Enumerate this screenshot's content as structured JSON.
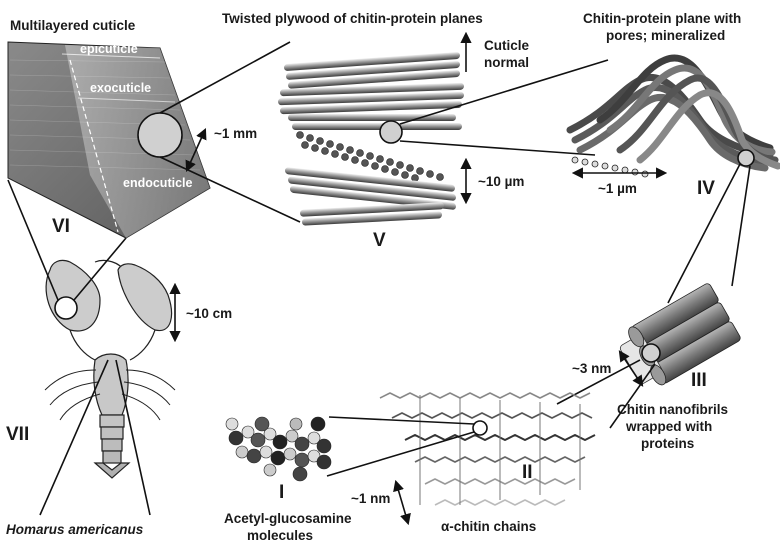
{
  "labels": {
    "multilayered_cuticle": "Multilayered cuticle",
    "epicuticle": "epicuticle",
    "exocuticle": "exocuticle",
    "endocuticle": "endocuticle",
    "scale_1mm": "~1 mm",
    "twisted_plywood": "Twisted plywood of chitin-protein planes",
    "cuticle_normal_line1": "Cuticle",
    "cuticle_normal_line2": "normal",
    "scale_10um": "~10 µm",
    "plane_title_line1": "Chitin-protein plane with",
    "plane_title_line2": "pores; mineralized",
    "scale_1um": "~1 µm",
    "scale_10cm": "~10 cm",
    "scale_3nm": "~3 nm",
    "nanofibrils_line1": "Chitin nanofibrils",
    "nanofibrils_line2": "wrapped with",
    "nanofibrils_line3": "proteins",
    "scale_1nm": "~1 nm",
    "acetyl_line1": "Acetyl-glucosamine",
    "acetyl_line2": "molecules",
    "alpha_chitin": "α-chitin chains",
    "species": "Homarus americanus"
  },
  "levels": {
    "I": "I",
    "II": "II",
    "III": "III",
    "IV": "IV",
    "V": "V",
    "VI": "VI",
    "VII": "VII"
  }
}
